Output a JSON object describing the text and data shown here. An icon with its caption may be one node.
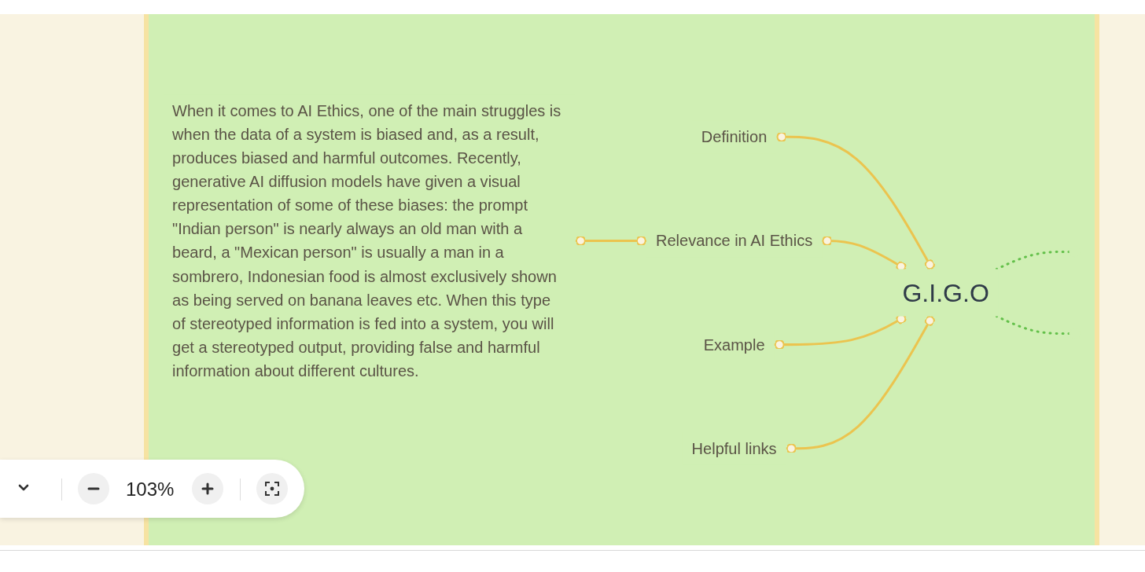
{
  "diagram": {
    "nodes": [
      {
        "text": [
          "G.I.G.O"
        ]
      },
      {
        "text": [
          "Definition"
        ]
      },
      {
        "text": [
          "Relevance in AI Ethics"
        ]
      },
      {
        "text": [
          "When it comes to AI Ethics, one of the main struggles is when the data of a system is biased and, as a result, produces biased and harmful outcomes. Recently, generative AI diffusion models have given a visual representation of some of these biases: the prompt \"Indian person\" is nearly always an old man with a beard, a \"Mexican person\" is usually a man in a sombrero, Indonesian food is almost exclusively shown as being served on banana leaves etc. When this type of stereotyped information is fed into a system, you will get a stereotyped output, providing false and harmful information about different cultures."
        ]
      },
      {
        "text": [
          "Example"
        ]
      },
      {
        "text": [
          "Helpful links"
        ]
      }
    ],
    "edges": [
      {
        "from": 0,
        "to": 1,
        "arrow": "other"
      },
      {
        "from": 0,
        "to": 2,
        "arrow": "other"
      },
      {
        "from": 2,
        "to": 3,
        "arrow": "other"
      },
      {
        "from": 0,
        "to": 4,
        "arrow": "other"
      },
      {
        "from": 0,
        "to": 5,
        "arrow": "other"
      },
      {
        "from": 0,
        "to": null,
        "arrow": "none",
        "style": "dashed",
        "color": "#63c04a"
      },
      {
        "from": 0,
        "to": null,
        "arrow": "none",
        "style": "dashed",
        "color": "#63c04a"
      }
    ],
    "labels": [
      "103%"
    ]
  }
}
